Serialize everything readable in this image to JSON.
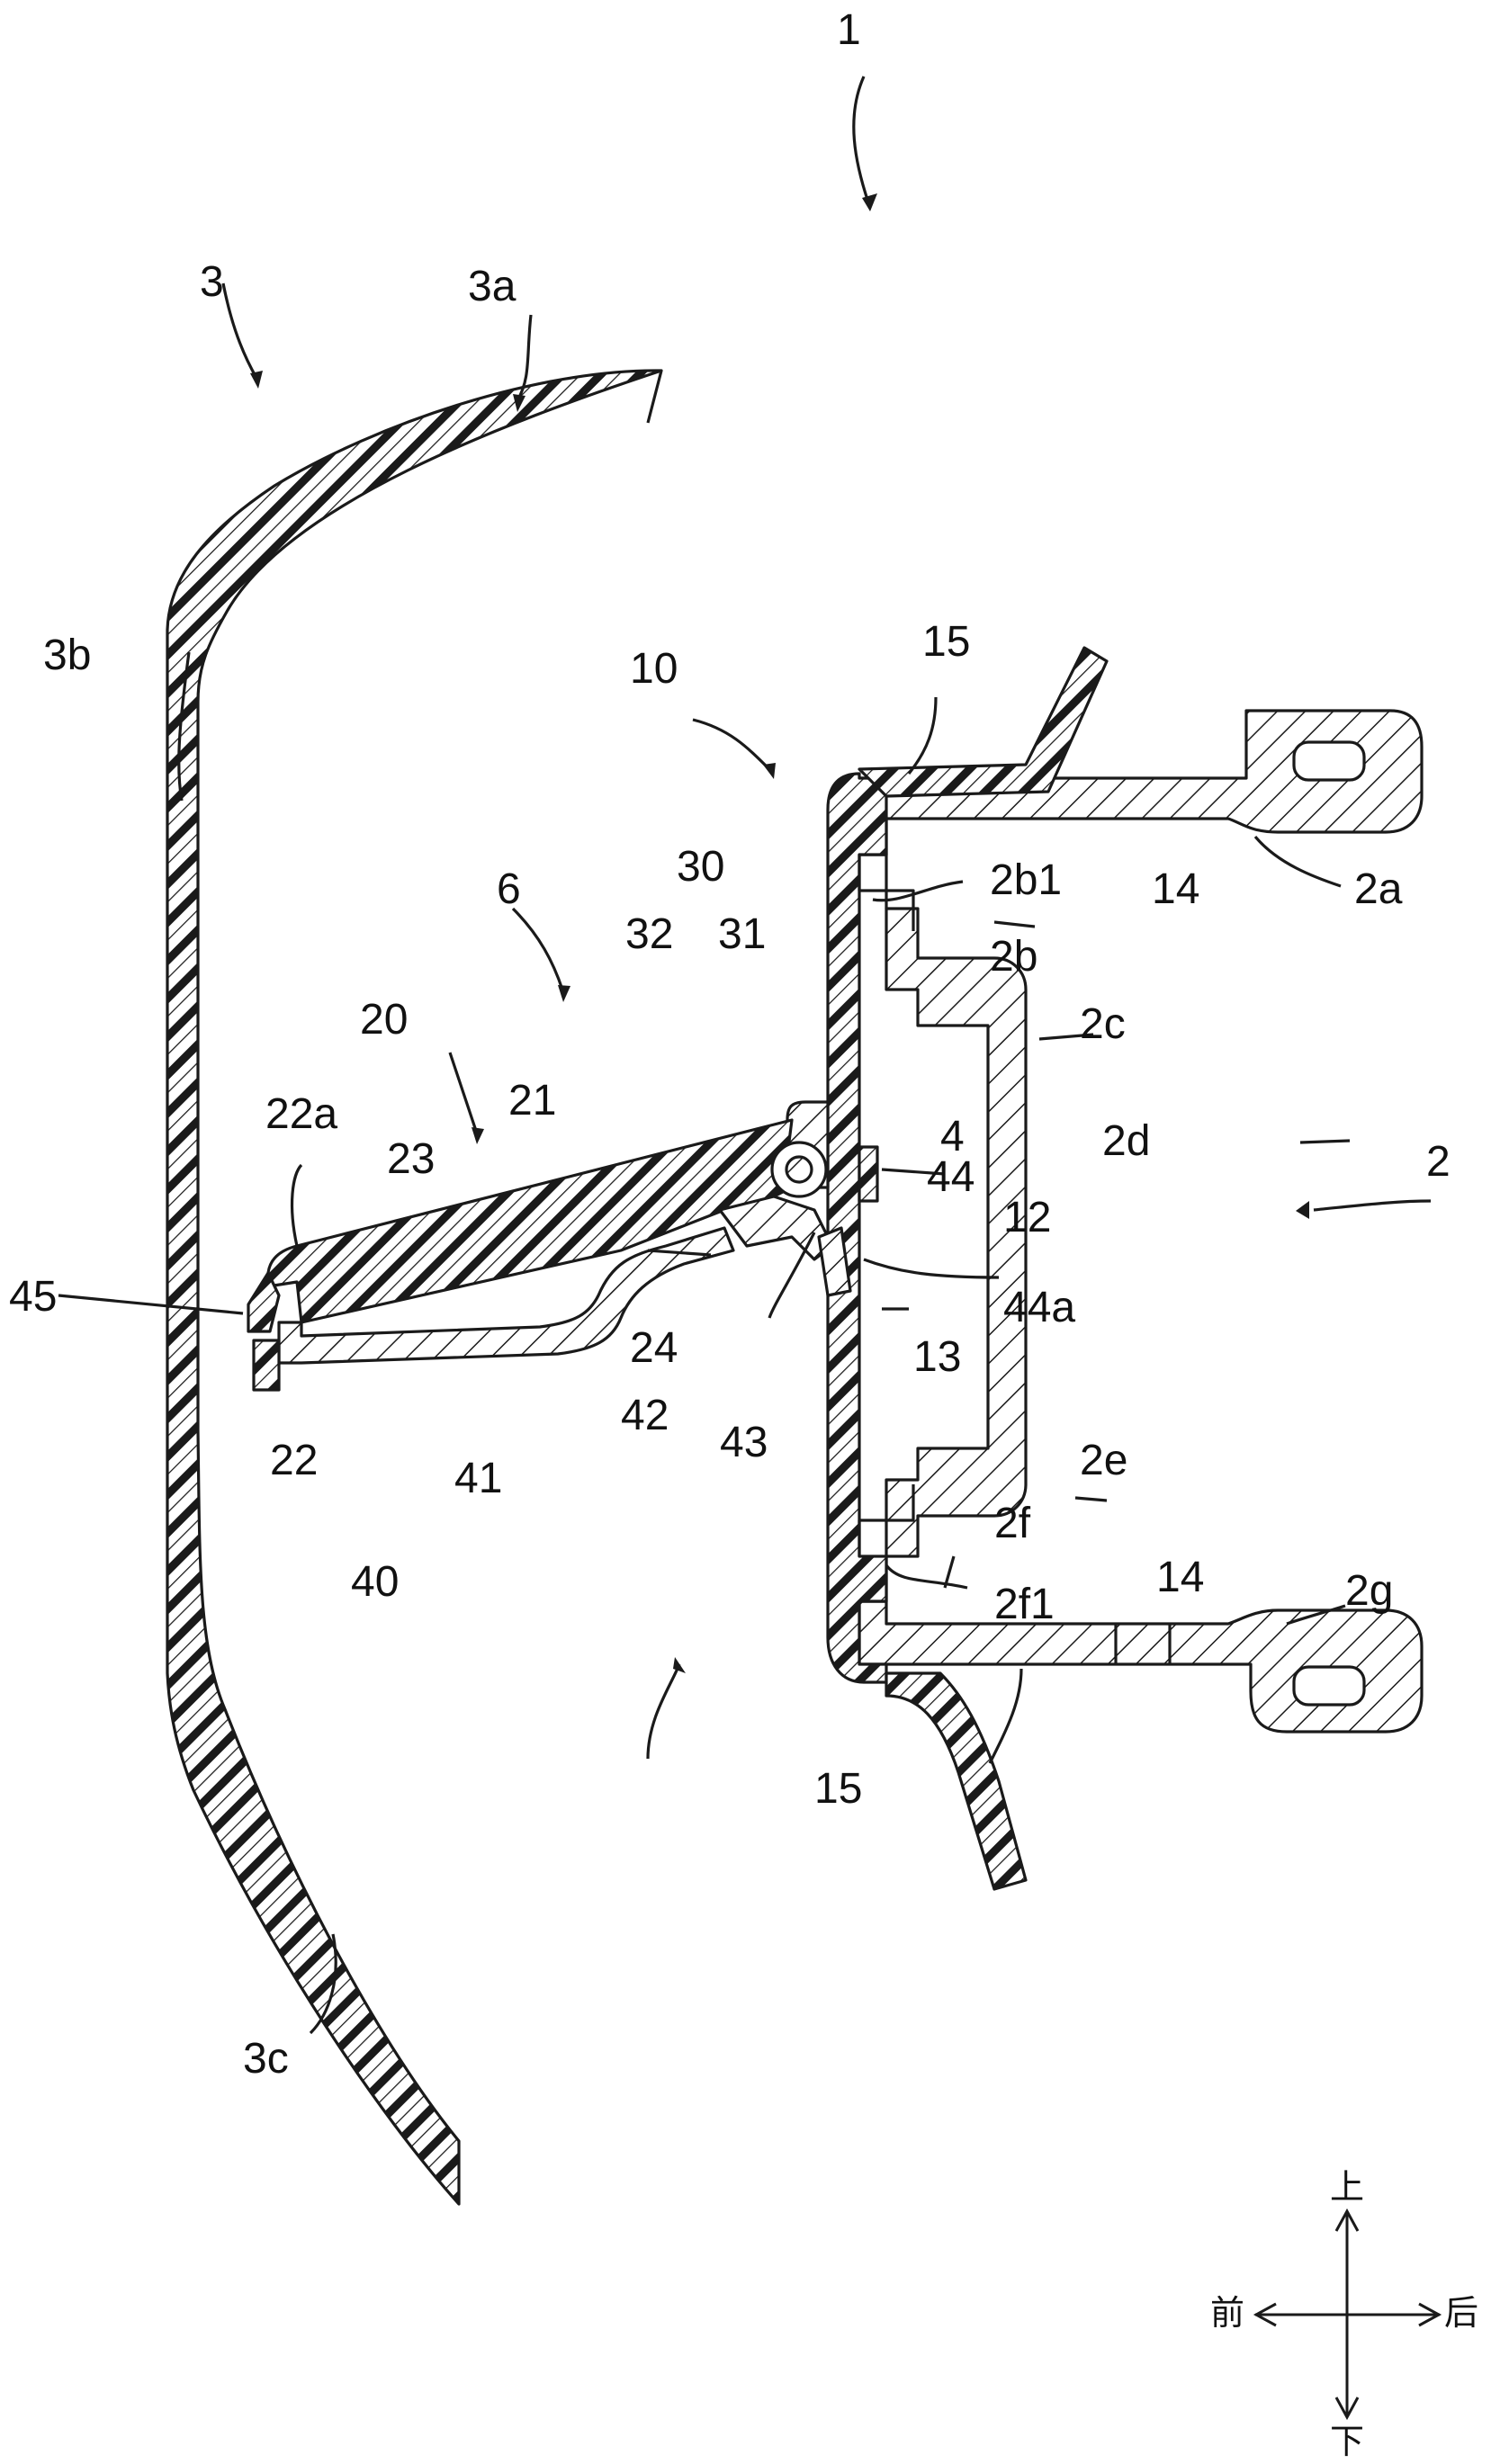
{
  "labels": {
    "l1": "1",
    "l2": "2",
    "l3": "3",
    "l3a": "3a",
    "l3b": "3b",
    "l3c": "3c",
    "l4": "4",
    "l6": "6",
    "l10": "10",
    "l12": "12",
    "l13": "13",
    "l14_top": "14",
    "l14_bot": "14",
    "l15_top": "15",
    "l15_bot": "15",
    "l20": "20",
    "l21": "21",
    "l22": "22",
    "l22a": "22a",
    "l23": "23",
    "l24": "24",
    "l30": "30",
    "l31": "31",
    "l32": "32",
    "l40": "40",
    "l41": "41",
    "l42": "42",
    "l43": "43",
    "l44": "44",
    "l44a": "44a",
    "l45": "45",
    "l2a": "2a",
    "l2b": "2b",
    "l2b1": "2b1",
    "l2c": "2c",
    "l2d": "2d",
    "l2e": "2e",
    "l2f": "2f",
    "l2f1": "2f1",
    "l2g": "2g"
  },
  "compass": {
    "up": "上",
    "down": "下",
    "front": "前",
    "rear": "后"
  },
  "colors": {
    "line": "#1a1a1a",
    "background": "#ffffff"
  }
}
